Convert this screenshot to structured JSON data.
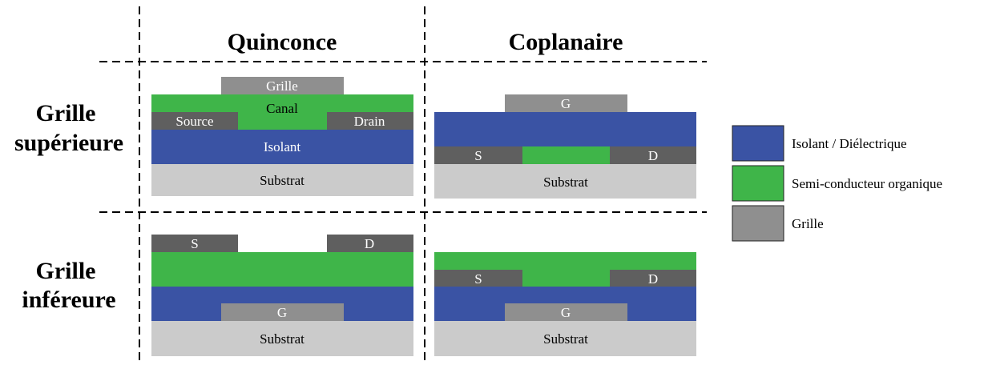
{
  "columns": {
    "staggered": "Quinconce",
    "coplanar": "Coplanaire"
  },
  "rows": {
    "top_gate": [
      "Grille",
      "supérieure"
    ],
    "bottom_gate": [
      "Grille",
      "inféreure"
    ]
  },
  "cells": {
    "top_staggered": {
      "gate": "Grille",
      "channel": "Canal",
      "source": "Source",
      "drain": "Drain",
      "insulator": "Isolant",
      "substrate": "Substrat"
    },
    "top_coplanar": {
      "gate": "G",
      "source": "S",
      "drain": "D",
      "substrate": "Substrat"
    },
    "bottom_staggered": {
      "source": "S",
      "drain": "D",
      "gate": "G",
      "substrate": "Substrat"
    },
    "bottom_coplanar": {
      "source": "S",
      "drain": "D",
      "gate": "G",
      "substrate": "Substrat"
    }
  },
  "legend": [
    {
      "label": "Isolant / Diélectrique",
      "color": "#3a53a4"
    },
    {
      "label": "Semi-conducteur organique",
      "color": "#3fb549"
    },
    {
      "label": "Grille",
      "color": "#8f8f8f"
    }
  ],
  "colors": {
    "insulator": "#3a53a4",
    "semiconductor": "#3fb549",
    "gate": "#8f8f8f",
    "electrode": "#5f5f5f",
    "substrate": "#cbcbcb"
  }
}
